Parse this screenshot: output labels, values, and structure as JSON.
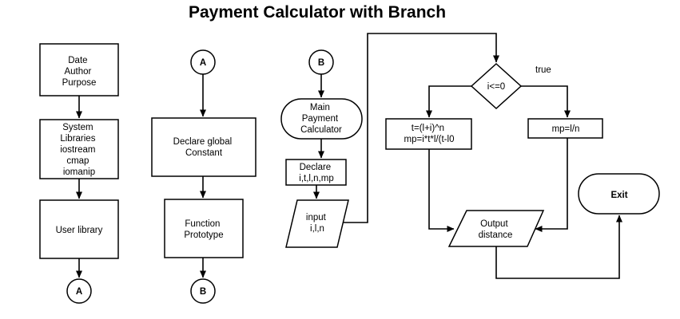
{
  "title": "Payment Calculator with Branch",
  "nodes": {
    "header_box": [
      "Date",
      "Author",
      "Purpose"
    ],
    "system_libraries": [
      "System",
      "Libraries",
      "iostream",
      "cmap",
      "iomanip"
    ],
    "user_library": [
      "User library"
    ],
    "connector_a_out": [
      "A"
    ],
    "connector_a_in": [
      "A"
    ],
    "declare_global": [
      "Declare global",
      "Constant"
    ],
    "function_prototype": [
      "Function",
      "Prototype"
    ],
    "connector_b_out": [
      "B"
    ],
    "connector_b_in": [
      "B"
    ],
    "main_terminal": [
      "Main",
      "Payment",
      "Calculator"
    ],
    "declare_vars": [
      "Declare",
      "i,t,l,n,mp"
    ],
    "input": [
      "input",
      "i,l,n"
    ],
    "decision": [
      "i<=0"
    ],
    "true_label": "true",
    "calc_box": [
      "t=(l+i)^n",
      "mp=i*t*l/(t-l0"
    ],
    "mp_box": [
      "mp=l/n"
    ],
    "output": [
      "Output",
      "distance"
    ],
    "exit": [
      "Exit"
    ]
  }
}
